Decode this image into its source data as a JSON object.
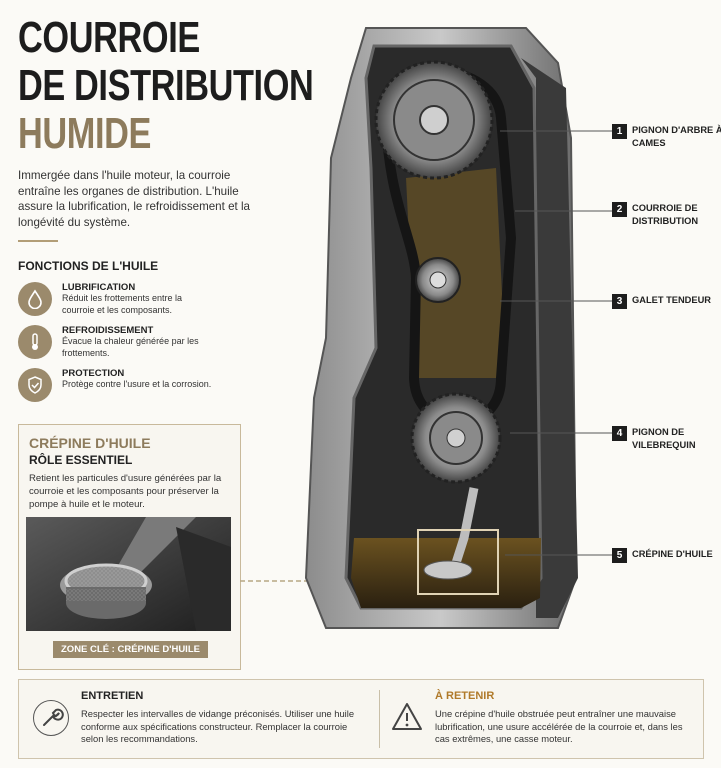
{
  "title": {
    "line1": "COURROIE",
    "line2": "DE DISTRIBUTION",
    "line3": "HUMIDE"
  },
  "intro": "Immergée dans l'huile moteur, la courroie entraîne les organes de distribution. L'huile assure la lubrification, le refroidissement et la longévité du système.",
  "functions": {
    "title": "FONCTIONS DE L'HUILE",
    "items": [
      {
        "icon": "oil-drop-icon",
        "title": "LUBRIFICATION",
        "desc": "Réduit les frottements entre la courroie et les composants."
      },
      {
        "icon": "thermometer-icon",
        "title": "REFROIDISSEMENT",
        "desc": "Évacue la chaleur générée par les frottements."
      },
      {
        "icon": "shield-icon",
        "title": "PROTECTION",
        "desc": "Protège contre l'usure et la corrosion."
      }
    ]
  },
  "crepine": {
    "title": "CRÉPINE D'HUILE",
    "subtitle": "RÔLE ESSENTIEL",
    "body": "Retient les particules d'usure générées par la courroie et les composants pour préserver la pompe à huile et le moteur.",
    "zone": "ZONE CLÉ : CRÉPINE D'HUILE"
  },
  "labels": [
    {
      "num": "1",
      "text": "PIGNON D'ARBRE À CAMES"
    },
    {
      "num": "2",
      "text": "COURROIE DE DISTRIBUTION"
    },
    {
      "num": "3",
      "text": "GALET TENDEUR"
    },
    {
      "num": "4",
      "text": "PIGNON DE VILEBREQUIN"
    },
    {
      "num": "5",
      "text": "CRÉPINE D'HUILE"
    }
  ],
  "entretien": {
    "title": "ENTRETIEN",
    "body": "Respecter les intervalles de vidange préconisés. Utiliser une huile conforme aux spécifications constructeur. Remplacer la courroie selon les recommandations."
  },
  "retenir": {
    "title": "À RETENIR",
    "body": "Une crépine d'huile obstruée peut entraîner une mauvaise lubrification, une usure accélérée de la courroie et, dans les cas extrêmes, une casse moteur."
  },
  "colors": {
    "accent": "#8d7b5c",
    "warning": "#b07a2a",
    "oil": "#9c7a2a"
  }
}
